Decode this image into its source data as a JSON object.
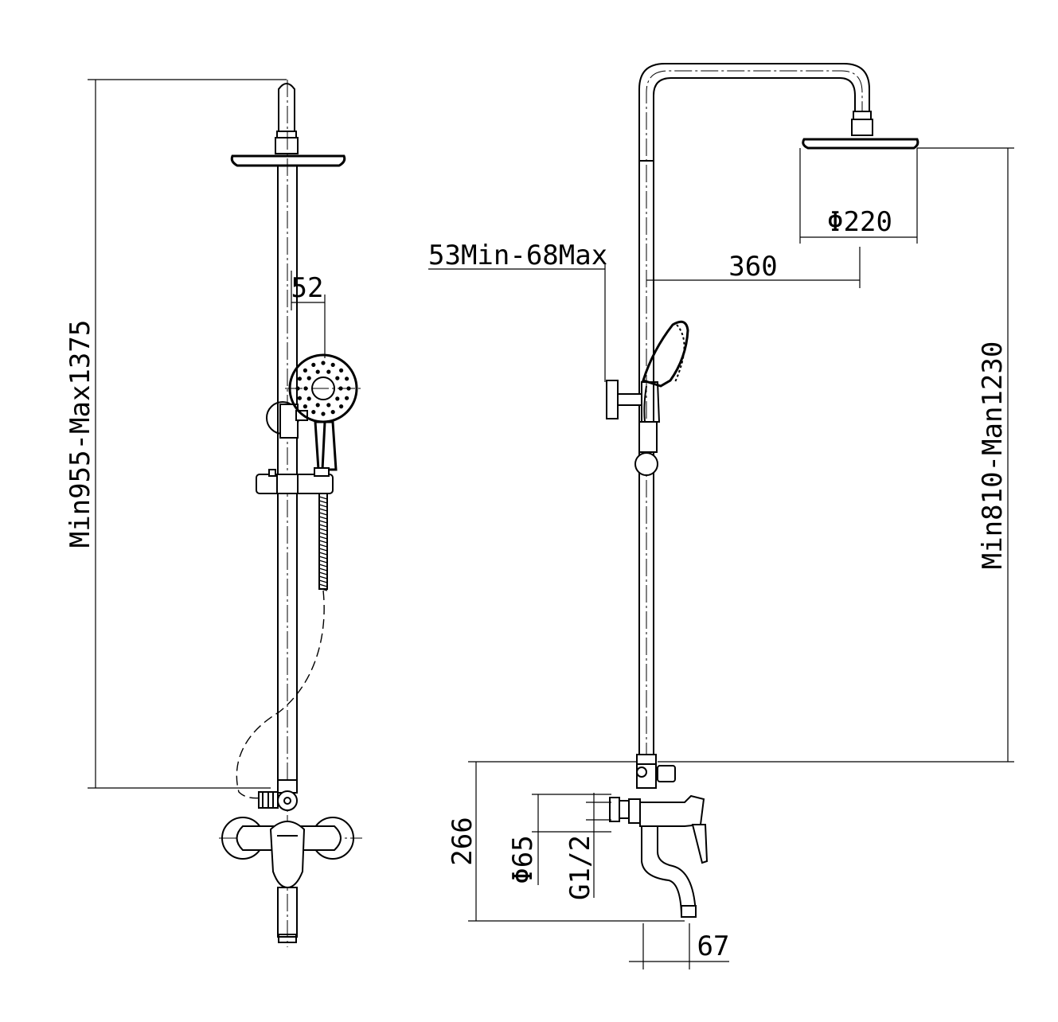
{
  "labels": {
    "height_total": "Min955-Max1375",
    "slider_offset": "52",
    "wall_distance": "53Min-68Max",
    "arm_length": "360",
    "head_diameter": "Φ220",
    "head_height": "Min810-Man1230",
    "mixer_height": "266",
    "escutcheon_diameter": "Φ65",
    "thread": "G1/2",
    "spout_offset": "67"
  }
}
